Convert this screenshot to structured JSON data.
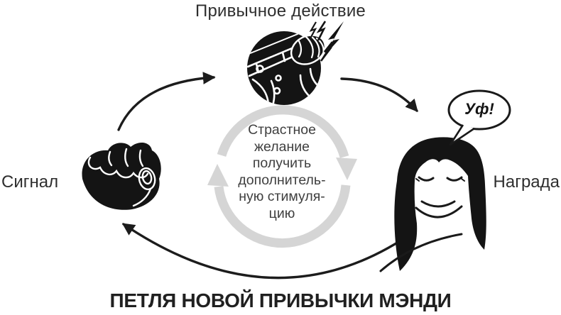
{
  "diagram": {
    "caption": "ПЕТЛЯ НОВОЙ ПРИВЫЧКИ МЭНДИ",
    "nodes": {
      "routine": {
        "label": "Привычное действие",
        "icon": "slap-leg-icon"
      },
      "cue": {
        "label": "Сигнал",
        "icon": "fist-icon"
      },
      "reward": {
        "label": "Награда",
        "icon": "woman-relieved-icon",
        "speech": "Уф!"
      }
    },
    "center": {
      "lines": [
        "Страстное",
        "желание",
        "получить",
        "дополнитель-",
        "ную стимуля-",
        "цию"
      ],
      "full_text": "Страстное желание получить дополнительную стимуляцию"
    },
    "colors": {
      "ink": "#1c1c1c",
      "loop_gray": "#d5d5d5",
      "label_text": "#2e2e2e",
      "background": "#ffffff"
    }
  }
}
